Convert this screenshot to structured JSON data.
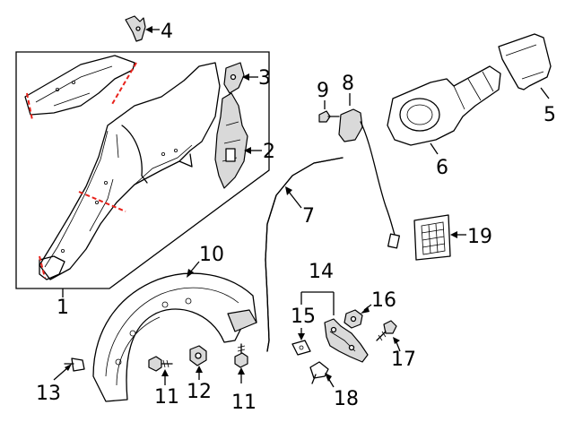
{
  "diagram": {
    "callouts": [
      {
        "id": "c1",
        "text": "1"
      },
      {
        "id": "c2",
        "text": "2"
      },
      {
        "id": "c3",
        "text": "3"
      },
      {
        "id": "c4",
        "text": "4"
      },
      {
        "id": "c5",
        "text": "5"
      },
      {
        "id": "c6",
        "text": "6"
      },
      {
        "id": "c7",
        "text": "7"
      },
      {
        "id": "c8",
        "text": "8"
      },
      {
        "id": "c9",
        "text": "9"
      },
      {
        "id": "c10",
        "text": "10"
      },
      {
        "id": "c11a",
        "text": "11"
      },
      {
        "id": "c11b",
        "text": "11"
      },
      {
        "id": "c12",
        "text": "12"
      },
      {
        "id": "c13",
        "text": "13"
      },
      {
        "id": "c14",
        "text": "14"
      },
      {
        "id": "c15",
        "text": "15"
      },
      {
        "id": "c16",
        "text": "16"
      },
      {
        "id": "c17",
        "text": "17"
      },
      {
        "id": "c18",
        "text": "18"
      },
      {
        "id": "c19",
        "text": "19"
      }
    ],
    "colors": {
      "line": "#000000",
      "cut_line": "#e8221b",
      "background": "#ffffff"
    }
  }
}
